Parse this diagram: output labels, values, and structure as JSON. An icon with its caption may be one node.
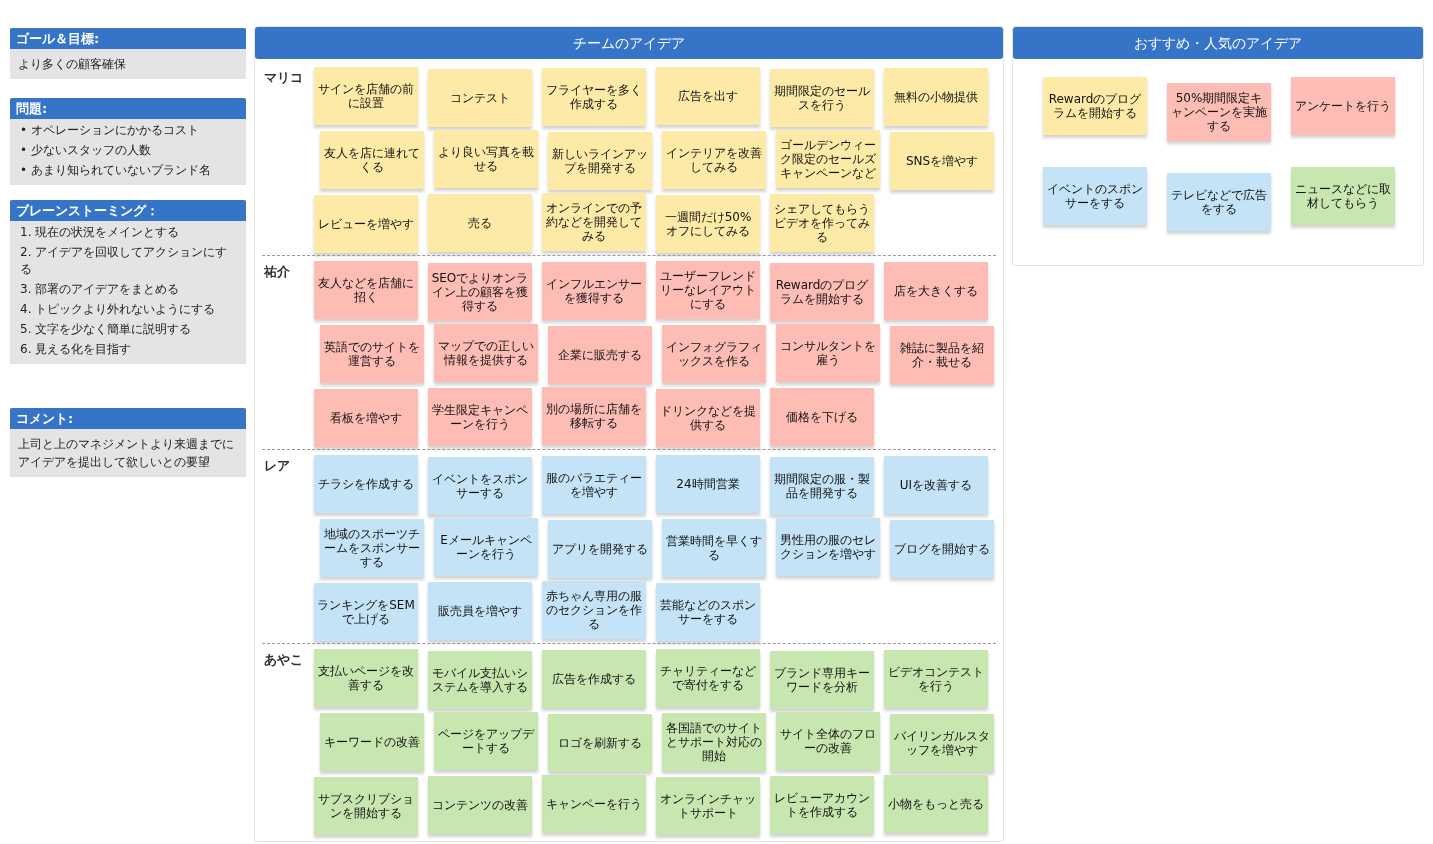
{
  "diagram": {
    "nodes": [
      {
        "text": [
          "ゴール＆目標:",
          "より多くの顧客確保"
        ]
      },
      {
        "text": [
          "問題:",
          "• オペレーションにかかるコスト",
          "• 少ないスタッフの人数",
          "• あまり知られていないブランド名"
        ]
      },
      {
        "text": [
          "ブレーンストーミング：",
          "1. 現在の状況をメインとする",
          "2. アイデアを回収してアクションにする",
          "3. 部署のアイデアをまとめる",
          "4. トピックより外れないようにする",
          "5. 文字を少なく簡単に説明する",
          "6. 見える化を目指す"
        ]
      },
      {
        "text": [
          "コメント:",
          "上司と上のマネジメントより来週までにアイデアを提出して欲しいとの要望"
        ]
      },
      {
        "text": [
          "チームのアイデア"
        ]
      },
      {
        "text": [
          "マリコ"
        ],
        "in": 4
      },
      {
        "text": [
          "サインを店舗の前に設置"
        ],
        "in": 5
      },
      {
        "text": [
          "コンテスト"
        ],
        "in": 5
      },
      {
        "text": [
          "フライヤーを多く作成する"
        ],
        "in": 5
      },
      {
        "text": [
          "広告を出す"
        ],
        "in": 5
      },
      {
        "text": [
          "期間限定のセールスを行う"
        ],
        "in": 5
      },
      {
        "text": [
          "無料の小物提供"
        ],
        "in": 5
      },
      {
        "text": [
          "友人を店に連れてくる"
        ],
        "in": 5
      },
      {
        "text": [
          "より良い写真を載せる"
        ],
        "in": 5
      },
      {
        "text": [
          "新しいラインアップを開発する"
        ],
        "in": 5
      },
      {
        "text": [
          "インテリアを改善してみる"
        ],
        "in": 5
      },
      {
        "text": [
          "ゴールデンウィーク限定のセールズキャンペーンなど"
        ],
        "in": 5
      },
      {
        "text": [
          "SNSを増やす"
        ],
        "in": 5
      },
      {
        "text": [
          "レビューを増やす"
        ],
        "in": 5
      },
      {
        "text": [
          "売る"
        ],
        "in": 5
      },
      {
        "text": [
          "オンラインでの予約などを開発してみる"
        ],
        "in": 5
      },
      {
        "text": [
          "一週間だけ50%オフにしてみる"
        ],
        "in": 5
      },
      {
        "text": [
          "シェアしてもらうビデオを作ってみる"
        ],
        "in": 5
      },
      {
        "text": [
          "祐介"
        ],
        "in": 4
      },
      {
        "text": [
          "友人などを店舗に招く"
        ],
        "in": 23
      },
      {
        "text": [
          "SEOでよりオンライン上の顧客を獲得する"
        ],
        "in": 23
      },
      {
        "text": [
          "インフルエンサーを獲得する"
        ],
        "in": 23
      },
      {
        "text": [
          "ユーザーフレンドリーなレイアウトにする"
        ],
        "in": 23
      },
      {
        "text": [
          "Rewardのプログラムを開始する"
        ],
        "in": 23
      },
      {
        "text": [
          "店を大きくする"
        ],
        "in": 23
      },
      {
        "text": [
          "英語でのサイトを運営する"
        ],
        "in": 23
      },
      {
        "text": [
          "マップでの正しい情報を提供する"
        ],
        "in": 23
      },
      {
        "text": [
          "企業に販売する"
        ],
        "in": 23
      },
      {
        "text": [
          "インフォグラフィックスを作る"
        ],
        "in": 23
      },
      {
        "text": [
          "コンサルタントを雇う"
        ],
        "in": 23
      },
      {
        "text": [
          "雑誌に製品を紹介・載せる"
        ],
        "in": 23
      },
      {
        "text": [
          "看板を増やす"
        ],
        "in": 23
      },
      {
        "text": [
          "学生限定キャンペーンを行う"
        ],
        "in": 23
      },
      {
        "text": [
          "別の場所に店舗を移転する"
        ],
        "in": 23
      },
      {
        "text": [
          "ドリンクなどを提供する"
        ],
        "in": 23
      },
      {
        "text": [
          "価格を下げる"
        ],
        "in": 23
      },
      {
        "text": [
          "レア"
        ],
        "in": 4
      },
      {
        "text": [
          "チラシを作成する"
        ],
        "in": 41
      },
      {
        "text": [
          "イベントをスポンサーする"
        ],
        "in": 41
      },
      {
        "text": [
          "服のバラエティーを増やす"
        ],
        "in": 41
      },
      {
        "text": [
          "24時間営業"
        ],
        "in": 41
      },
      {
        "text": [
          "期間限定の服・製品を開発する"
        ],
        "in": 41
      },
      {
        "text": [
          "UIを改善する"
        ],
        "in": 41
      },
      {
        "text": [
          "地域のスポーツチームをスポンサーする"
        ],
        "in": 41
      },
      {
        "text": [
          "Eメールキャンペーンを行う"
        ],
        "in": 41
      },
      {
        "text": [
          "アプリを開発する"
        ],
        "in": 41
      },
      {
        "text": [
          "営業時間を早くする"
        ],
        "in": 41
      },
      {
        "text": [
          "男性用の服のセレクションを増やす"
        ],
        "in": 41
      },
      {
        "text": [
          "ブログを開始する"
        ],
        "in": 41
      },
      {
        "text": [
          "ランキングをSEMで上げる"
        ],
        "in": 41
      },
      {
        "text": [
          "販売員を増やす"
        ],
        "in": 41
      },
      {
        "text": [
          "赤ちゃん専用の服のセクションを作る"
        ],
        "in": 41
      },
      {
        "text": [
          "芸能などのスポンサーをする"
        ],
        "in": 41
      },
      {
        "text": [
          "あやこ"
        ],
        "in": 4
      },
      {
        "text": [
          "支払いページを改善する"
        ],
        "in": 58
      },
      {
        "text": [
          "モバイル支払いシステムを導入する"
        ],
        "in": 58
      },
      {
        "text": [
          "広告を作成する"
        ],
        "in": 58
      },
      {
        "text": [
          "チャリティーなどで寄付をする"
        ],
        "in": 58
      },
      {
        "text": [
          "ブランド専用キーワードを分析"
        ],
        "in": 58
      },
      {
        "text": [
          "ビデオコンテストを行う"
        ],
        "in": 58
      },
      {
        "text": [
          "キーワードの改善"
        ],
        "in": 58
      },
      {
        "text": [
          "ページをアップデートする"
        ],
        "in": 58
      },
      {
        "text": [
          "ロゴを刷新する"
        ],
        "in": 58
      },
      {
        "text": [
          "各国語でのサイトとサポート対応の開始"
        ],
        "in": 58
      },
      {
        "text": [
          "サイト全体のフローの改善"
        ],
        "in": 58
      },
      {
        "text": [
          "バイリンガルスタッフを増やす"
        ],
        "in": 58
      },
      {
        "text": [
          "サブスクリプションを開始する"
        ],
        "in": 58
      },
      {
        "text": [
          "コンテンツの改善"
        ],
        "in": 58
      },
      {
        "text": [
          "キャンペーを行う"
        ],
        "in": 58
      },
      {
        "text": [
          "オンラインチャットサポート"
        ],
        "in": 58
      },
      {
        "text": [
          "レビューアカウントを作成する"
        ],
        "in": 58
      },
      {
        "text": [
          "小物をもっと売る"
        ],
        "in": 58
      },
      {
        "text": [
          "おすすめ・人気のアイデア"
        ]
      },
      {
        "text": [
          "Rewardのプログラムを開始する"
        ],
        "in": 77
      },
      {
        "text": [
          "50%期間限定キャンペーンを実施する"
        ],
        "in": 77
      },
      {
        "text": [
          "アンケートを行う"
        ],
        "in": 77
      },
      {
        "text": [
          "イベントのスポンサーをする"
        ],
        "in": 77
      },
      {
        "text": [
          "テレビなどで広告をする"
        ],
        "in": 77
      },
      {
        "text": [
          "ニュースなどに取材してもらう"
        ],
        "in": 77
      }
    ]
  }
}
